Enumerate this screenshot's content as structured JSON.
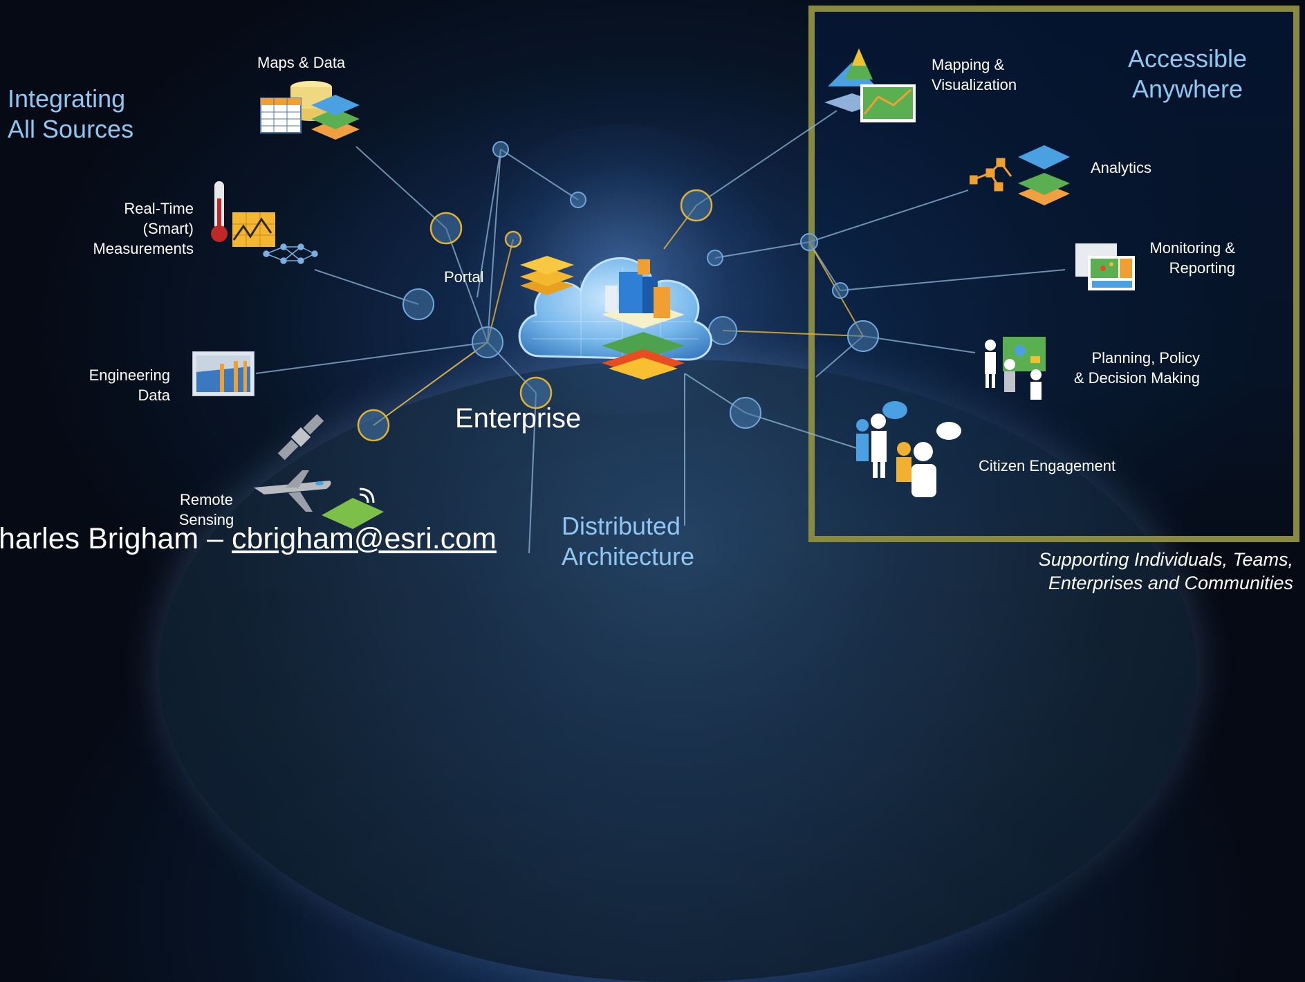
{
  "headings": {
    "integrating": "Integrating\nAll Sources",
    "accessible": "Accessible\nAnywhere",
    "distributed": "Distributed\nArchitecture",
    "enterprise": "Enterprise",
    "portal": "Portal",
    "supporting": "Supporting Individuals, Teams,\nEnterprises and Communities"
  },
  "sources": {
    "maps": "Maps & Data",
    "realtime": "Real-Time\n(Smart)\nMeasurements",
    "engineering": "Engineering\nData",
    "remote": "Remote\nSensing"
  },
  "capabilities": {
    "mapping": "Mapping &\nVisualization",
    "analytics": "Analytics",
    "monitoring": "Monitoring &\nReporting",
    "planning": "Planning, Policy\n& Decision Making",
    "citizen": "Citizen Engagement"
  },
  "contact": {
    "name": "harles Brigham – ",
    "email": "cbrigham@esri.com"
  },
  "colors": {
    "accent_blue": "#8ec8f2",
    "frame_olive": "#8a8a3e",
    "node_gold": "#e0b030",
    "node_blue": "#6fa8d8"
  }
}
